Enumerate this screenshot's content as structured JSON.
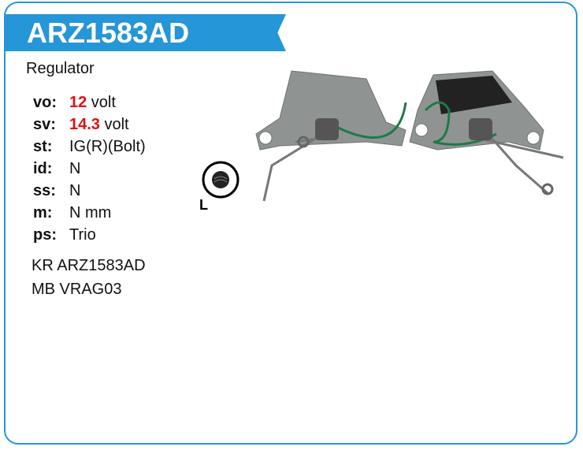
{
  "title": "ARZ1583AD",
  "type": "Regulator",
  "specs": [
    {
      "key": "vo:",
      "value": "12",
      "unit": " volt"
    },
    {
      "key": "sv:",
      "value": "14.3",
      "unit": " volt"
    },
    {
      "key": "st:",
      "value": "IG(R)(Bolt)"
    },
    {
      "key": "id:",
      "value": "N"
    },
    {
      "key": "ss:",
      "value": "N"
    },
    {
      "key": "m:",
      "value": "N mm"
    },
    {
      "key": "ps:",
      "value": "Trio"
    }
  ],
  "refs": [
    "KR ARZ1583AD",
    "MB VRAG03"
  ],
  "connector_label": "L",
  "colors": {
    "accent": "#2596d8",
    "highlight": "#e01010"
  }
}
